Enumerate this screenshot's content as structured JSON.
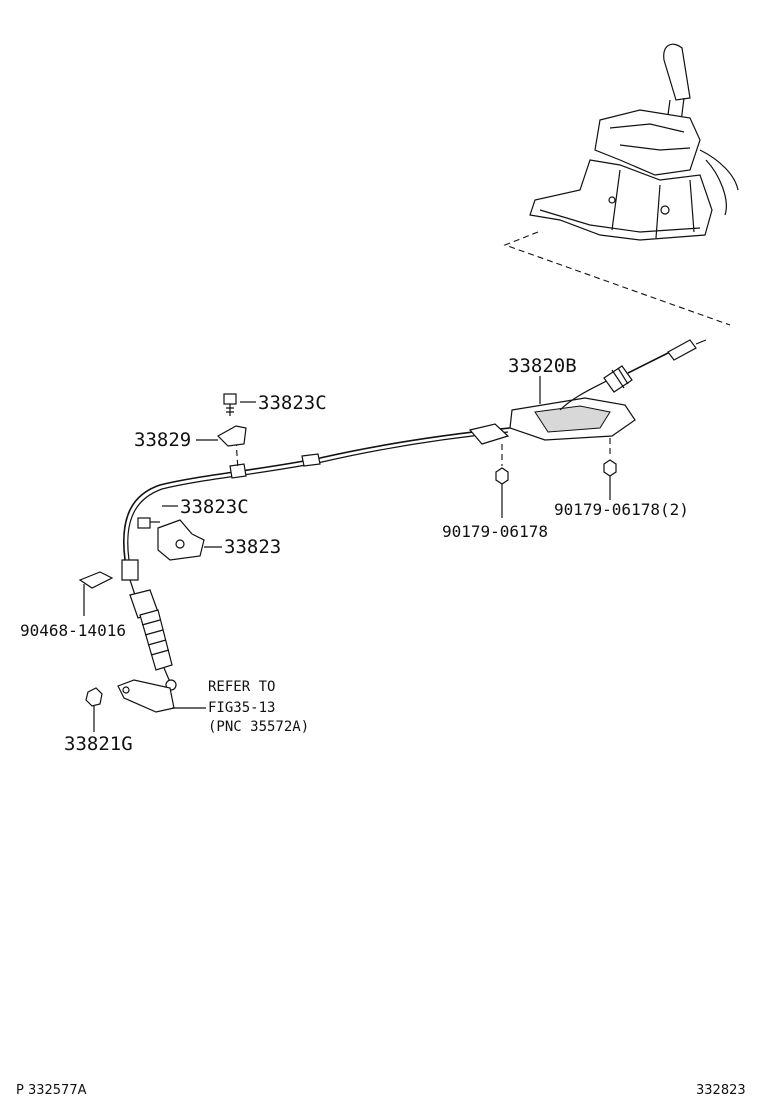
{
  "labels": {
    "p33820B": "33820B",
    "p33823C_top": "33823C",
    "p33829": "33829",
    "p33823C_mid": "33823C",
    "p33823": "33823",
    "p90179_06178": "90179-06178",
    "p90179_06178_2": "90179-06178(2)",
    "p90468_14016": "90468-14016",
    "p33821G": "33821G"
  },
  "refer_note": {
    "line1": "REFER TO",
    "line2": "FIG35-13",
    "line3": "(PNC 35572A)"
  },
  "footer": {
    "left_code": "P 332577A",
    "right_code": "332823"
  }
}
